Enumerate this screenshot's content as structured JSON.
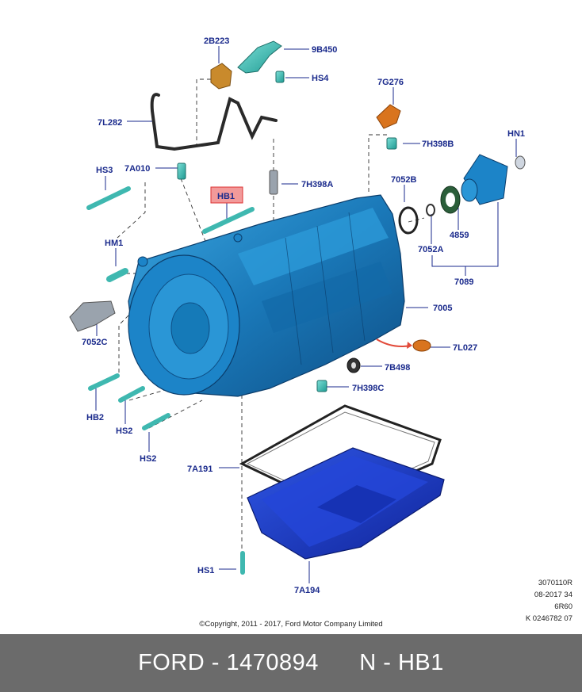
{
  "labels": {
    "p2B223": "2B223",
    "p9B450": "9B450",
    "pHS4": "HS4",
    "p7G276": "7G276",
    "p7L282": "7L282",
    "p7H398B": "7H398B",
    "pHN1": "HN1",
    "pHS3": "HS3",
    "p7A010": "7A010",
    "pHB1": "HB1",
    "p7H398A": "7H398A",
    "p7052B": "7052B",
    "pHM1": "HM1",
    "p4859": "4859",
    "p7052A": "7052A",
    "p7089": "7089",
    "p7005": "7005",
    "p7052C": "7052C",
    "p7L027": "7L027",
    "p7B498": "7B498",
    "p7H398C": "7H398C",
    "pHB2": "HB2",
    "pHS2a": "HS2",
    "pHS2b": "HS2",
    "p7A191": "7A191",
    "pHS1": "HS1",
    "p7A194": "7A194"
  },
  "meta": {
    "line1": "3070110R",
    "line2": "08-2017 34",
    "line3": "6R60",
    "line4": "K 0246782 07"
  },
  "copyright": "©Copyright, 2011 - 2017, Ford Motor Company Limited",
  "footer": {
    "left": "FORD - 1470894",
    "right": "N - HB1"
  },
  "colors": {
    "label": "#1a2a8c",
    "highlight_fill": "#f29a9a",
    "highlight_border": "#d33",
    "housing": "#1f7fc0",
    "part_teal": "#3fb8b0",
    "pan": "#1e3cc8",
    "orange": "#d9741e",
    "footer_bg": "#6b6b6b"
  }
}
